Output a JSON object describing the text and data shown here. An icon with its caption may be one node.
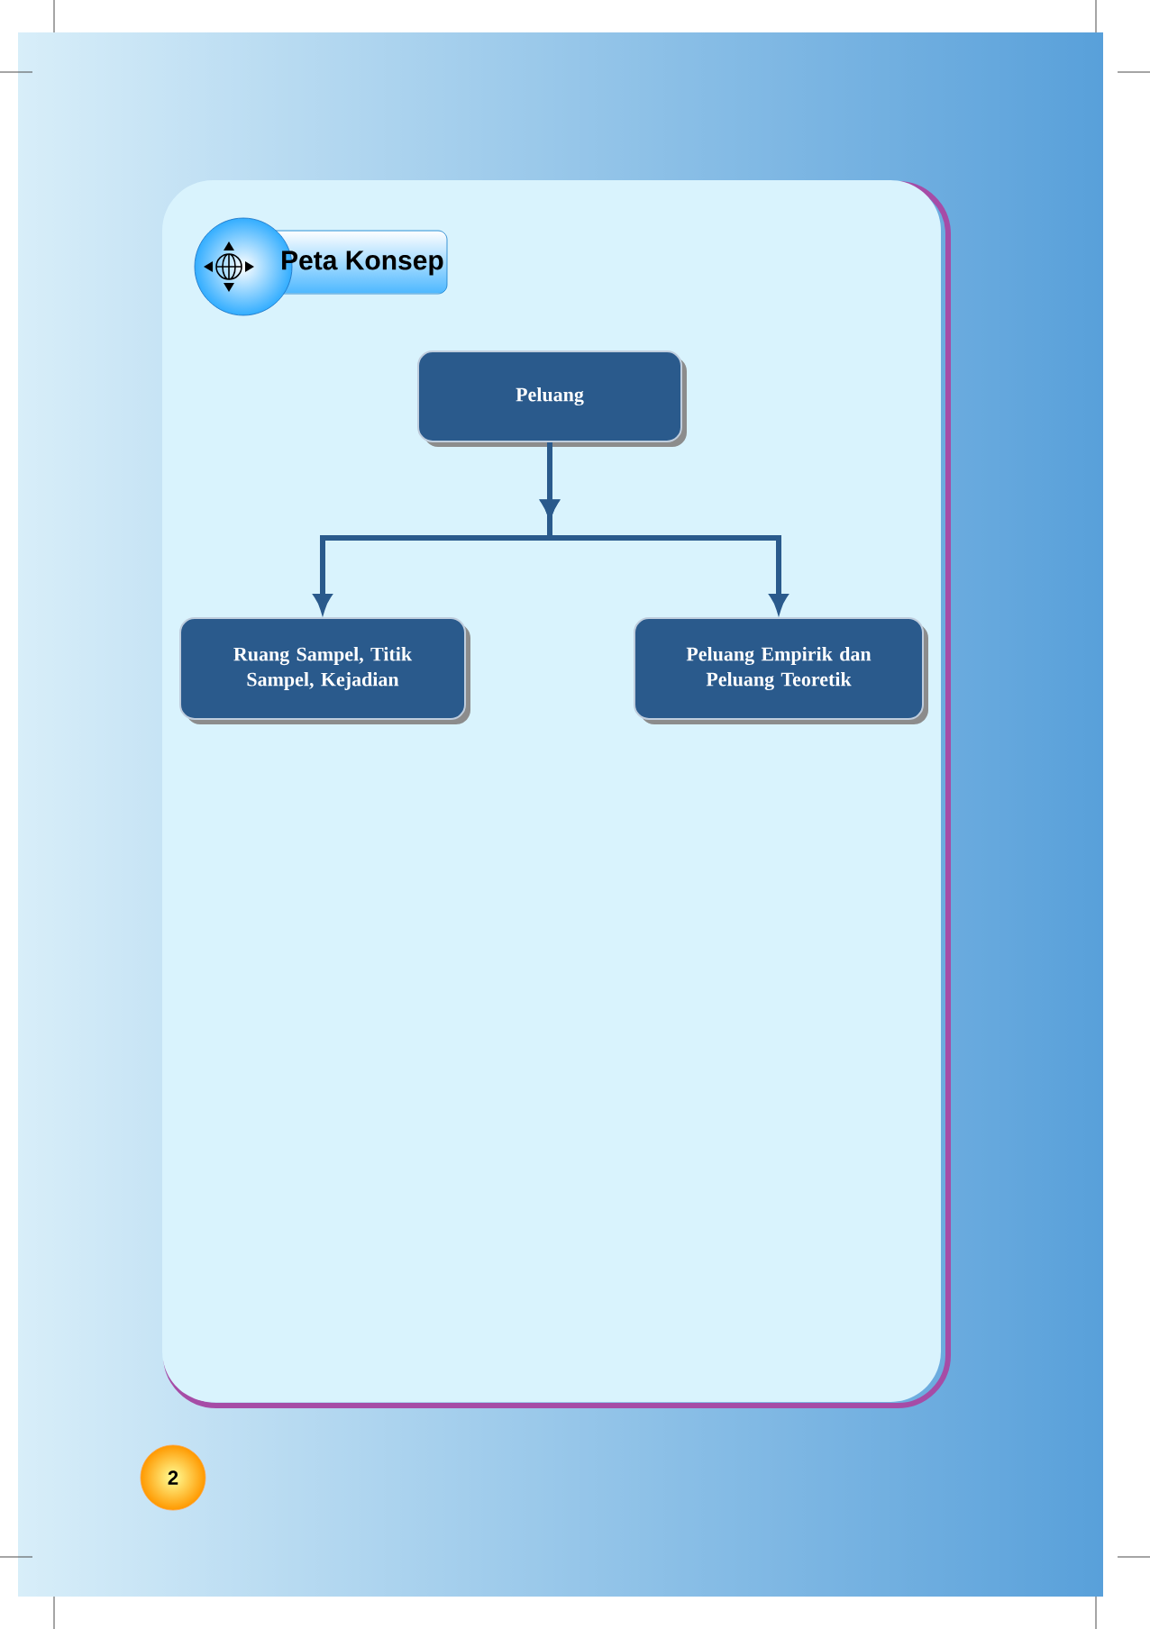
{
  "diagram": {
    "title": "Peta Konsep",
    "nodes": [
      {
        "text": [
          "Peluang"
        ]
      },
      {
        "text": [
          "Ruang Sampel, Titik Sampel, Kejadian"
        ]
      },
      {
        "text": [
          "Peluang Empirik dan Peluang Teoretik"
        ]
      }
    ],
    "edges": [
      {
        "from": 0,
        "to": 1,
        "arrow": "to"
      },
      {
        "from": 0,
        "to": 2,
        "arrow": "to"
      }
    ],
    "labels": [
      "2"
    ]
  }
}
